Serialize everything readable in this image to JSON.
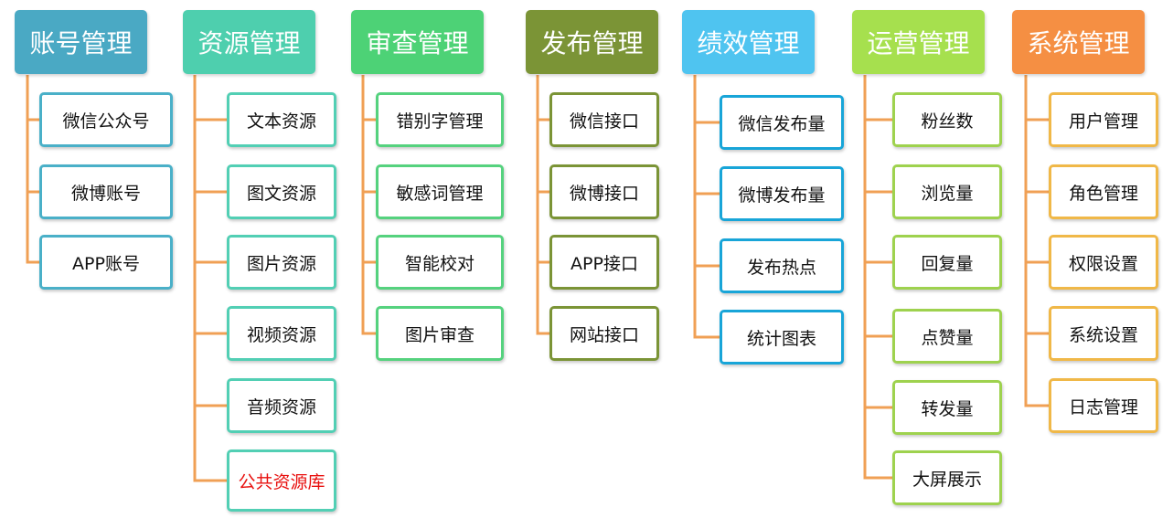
{
  "colors": {
    "connector": "#f0a055",
    "highlight_text": "#e8100e"
  },
  "columns": [
    {
      "id": "account",
      "title": "账号管理",
      "header_color": "#4aa9c4",
      "border_color": "#4ab0c8",
      "items": [
        {
          "label": "微信公众号"
        },
        {
          "label": "微博账号"
        },
        {
          "label": "APP账号"
        }
      ]
    },
    {
      "id": "resource",
      "title": "资源管理",
      "header_color": "#4ecfae",
      "border_color": "#52cfb4",
      "items": [
        {
          "label": "文本资源"
        },
        {
          "label": "图文资源"
        },
        {
          "label": "图片资源"
        },
        {
          "label": "视频资源"
        },
        {
          "label": "音频资源"
        },
        {
          "label": "公共资源库",
          "highlight": true
        }
      ]
    },
    {
      "id": "review",
      "title": "审查管理",
      "header_color": "#4dd276",
      "border_color": "#55d27e",
      "items": [
        {
          "label": "错别字管理"
        },
        {
          "label": "敏感词管理"
        },
        {
          "label": "智能校对"
        },
        {
          "label": "图片审查"
        }
      ]
    },
    {
      "id": "publish",
      "title": "发布管理",
      "header_color": "#7b9436",
      "border_color": "#7b9436",
      "items": [
        {
          "label": "微信接口"
        },
        {
          "label": "微博接口"
        },
        {
          "label": "APP接口"
        },
        {
          "label": "网站接口"
        }
      ]
    },
    {
      "id": "performance",
      "title": "绩效管理",
      "header_color": "#4fc4f0",
      "border_color": "#18a5d8",
      "items": [
        {
          "label": "微信发布量"
        },
        {
          "label": "微博发布量"
        },
        {
          "label": "发布热点"
        },
        {
          "label": "统计图表"
        }
      ]
    },
    {
      "id": "operations",
      "title": "运营管理",
      "header_color": "#a6e04e",
      "border_color": "#9ed24e",
      "items": [
        {
          "label": "粉丝数"
        },
        {
          "label": "浏览量"
        },
        {
          "label": "回复量"
        },
        {
          "label": "点赞量"
        },
        {
          "label": "转发量"
        },
        {
          "label": "大屏展示"
        }
      ]
    },
    {
      "id": "system",
      "title": "系统管理",
      "header_color": "#f58f43",
      "border_color": "#f0b848",
      "items": [
        {
          "label": "用户管理"
        },
        {
          "label": "角色管理"
        },
        {
          "label": "权限设置"
        },
        {
          "label": "系统设置"
        },
        {
          "label": "日志管理"
        }
      ]
    }
  ]
}
